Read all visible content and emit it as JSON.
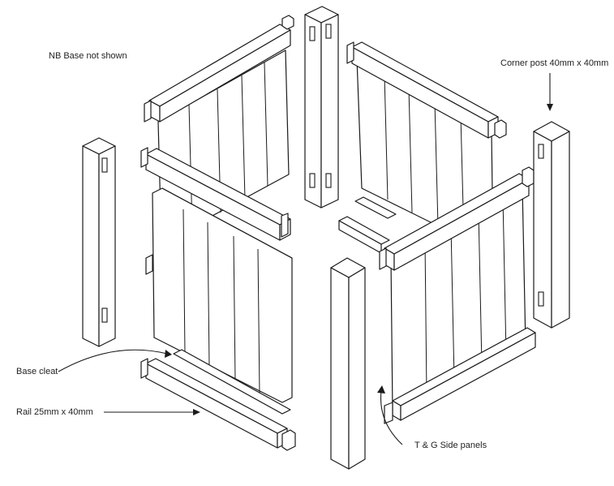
{
  "labels": {
    "nb_note": "NB Base not shown",
    "corner_post": "Corner post 40mm x 40mm",
    "base_cleat": "Base cleat",
    "rail": "Rail 25mm x 40mm",
    "side_panels": "T & G Side panels"
  }
}
